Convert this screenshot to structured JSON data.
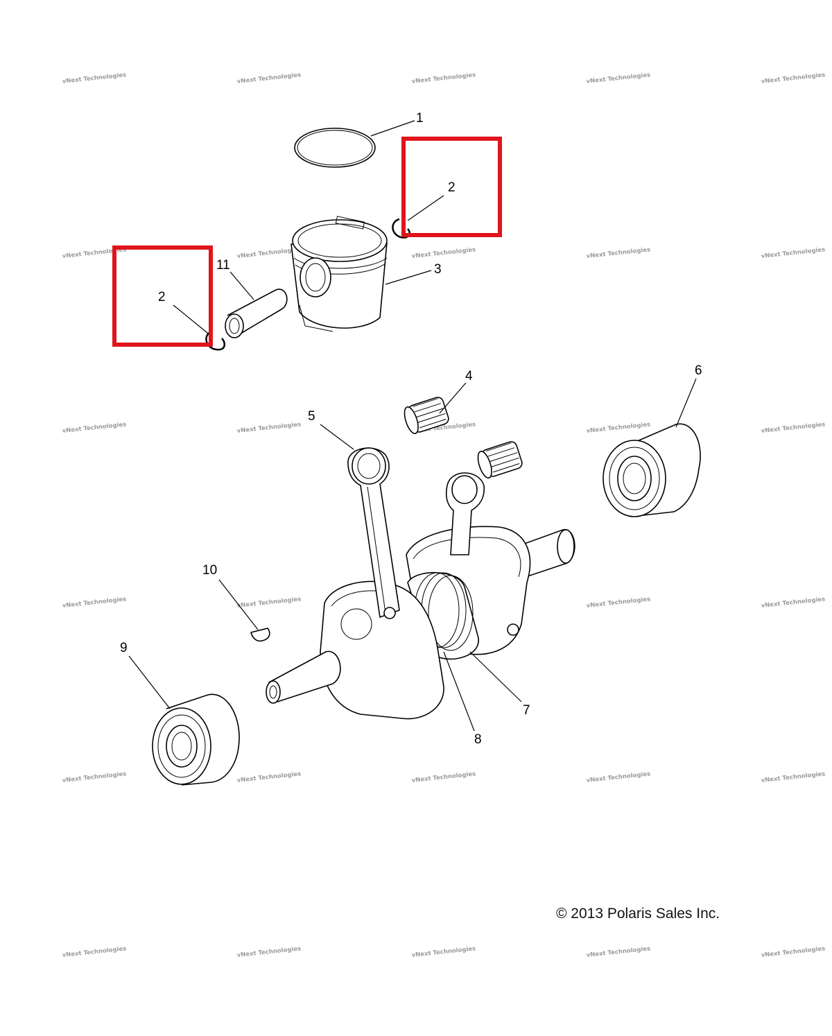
{
  "diagram": {
    "copyright": "© 2013 Polaris Sales Inc.",
    "watermark_text": "vNext Technologies",
    "highlight_color": "#e0141b",
    "callouts": {
      "c1": "1",
      "c2a": "2",
      "c2b": "2",
      "c3": "3",
      "c4": "4",
      "c5": "5",
      "c6": "6",
      "c7": "7",
      "c8": "8",
      "c9": "9",
      "c10": "10",
      "c11": "11"
    },
    "parts": {
      "p1": "piston-ring-icon",
      "p2": "circlip-icon",
      "p3": "piston-icon",
      "p4": "needle-bearing-icon",
      "p5": "connecting-rod-icon",
      "p6": "roller-bearing-icon",
      "p7": "crankshaft-icon",
      "p8": "crank-seal-icon",
      "p9": "roller-bearing-icon",
      "p10": "woodruff-key-icon",
      "p11": "piston-pin-icon"
    }
  }
}
